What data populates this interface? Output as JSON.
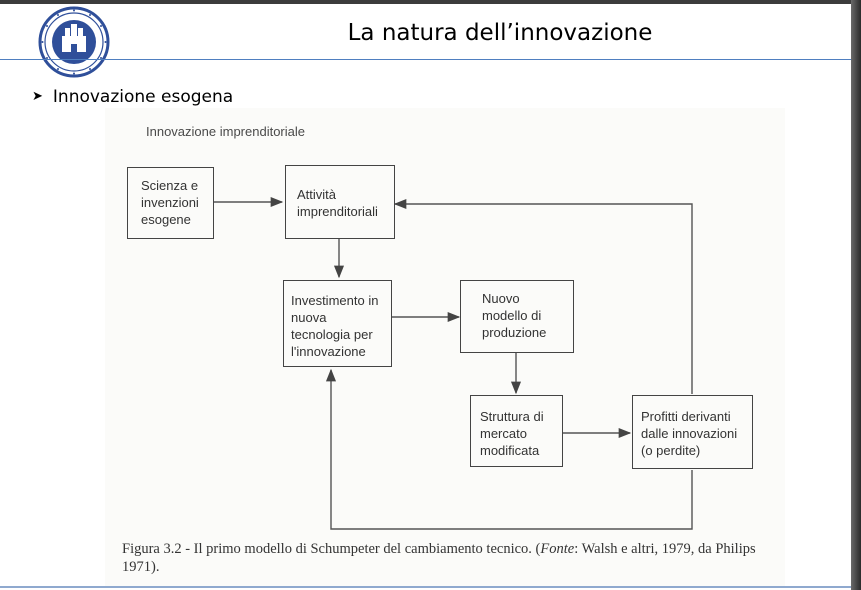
{
  "slide": {
    "title": "La natura dell’innovazione",
    "bullet": "Innovazione esogena"
  },
  "diagram": {
    "title": "Innovazione imprenditoriale",
    "nodes": {
      "scienza": "Scienza e\ninvenzioni\nesogene",
      "attivita": "Attività\nimprenditoriali",
      "investimento": "Investimento in\nnuova\ntecnologia per\nl'innovazione",
      "nuovo_modello": "Nuovo\nmodello di\nproduzione",
      "struttura": "Struttura di\nmercato\nmodificata",
      "profitti": "Profitti derivanti\ndalle innovazioni\n(o perdite)"
    },
    "caption": {
      "pre": "Figura 3.2 - Il primo modello di Schumpeter del cambiamento tecnico. (",
      "italic": "Fonte",
      "post": ": Walsh e altri, 1979, da Philips 1971)."
    }
  },
  "colors": {
    "header_line": "#4f7fc0",
    "logo_blue": "#2f4f9a"
  },
  "icons": {
    "logo": "university-seal",
    "bullet": "arrowhead-bullet"
  }
}
